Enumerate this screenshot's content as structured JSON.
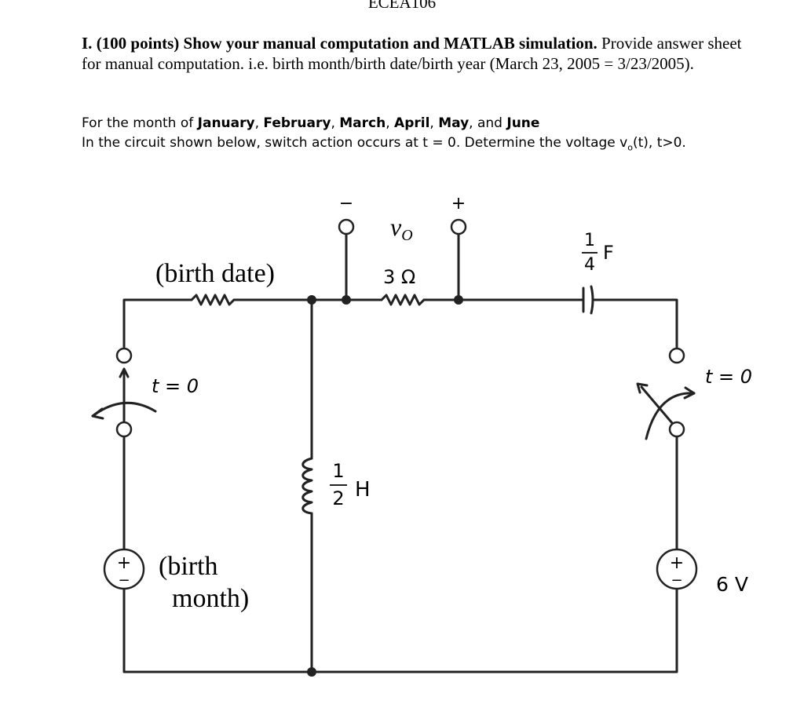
{
  "header": {
    "course": "ECEA106"
  },
  "problem": {
    "number": "I.",
    "points": "(100 points)",
    "instruction": "Show your manual computation and MATLAB simulation.",
    "text": "Provide answer sheet for manual computation. i.e. birth month/birth date/birth year (March 23, 2005 = 3/23/2005)."
  },
  "months": {
    "prefix": "For the month of",
    "list": [
      "January",
      "February",
      "March",
      "April",
      "May"
    ],
    "and_word": "and",
    "last": "June"
  },
  "circuit_text": {
    "before_sub": "In the circuit shown below, switch action occurs at t = 0. Determine the voltage v",
    "sub": "o",
    "after_sub": "(t), t>0."
  },
  "diagram": {
    "left_resistor_label": "(birth date)",
    "output_minus": "−",
    "output_plus": "+",
    "output_var": "v",
    "output_sub": "O",
    "middle_resistor_label": "3 Ω",
    "capacitor_num": "1",
    "capacitor_den": "4",
    "capacitor_unit": "F",
    "left_switch_label": "t = 0",
    "right_switch_label": "t = 0",
    "inductor_num": "1",
    "inductor_den": "2",
    "inductor_unit": "H",
    "left_source_label_1": "(birth",
    "left_source_label_2": "month)",
    "right_source_label": "6 V",
    "source_plus": "+",
    "source_minus": "−"
  }
}
